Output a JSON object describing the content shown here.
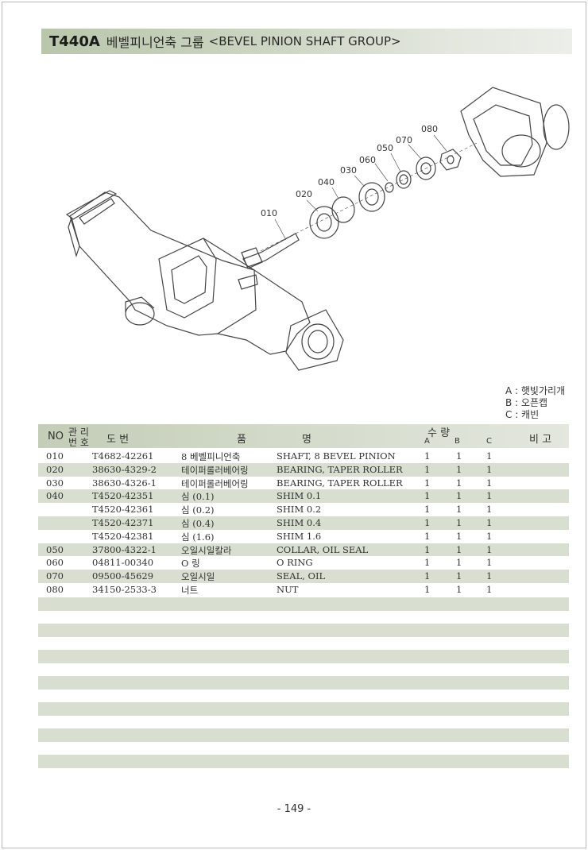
{
  "title": {
    "code": "T440A",
    "korean": "베벨피니언축 그룹",
    "english": "<BEVEL PINION SHAFT GROUP>"
  },
  "diagram": {
    "callouts": [
      "010",
      "020",
      "030",
      "040",
      "050",
      "060",
      "070",
      "080"
    ]
  },
  "legend": [
    "A : 햇빛가리개",
    "B : 오픈캡",
    "C : 캐빈"
  ],
  "table": {
    "headers": {
      "no": "NO",
      "mgmt_top": "관 리",
      "mgmt_bottom": "번 호",
      "drawing": "도    번",
      "product": "품",
      "name": "명",
      "qty": "수    량",
      "a": "A",
      "b": "B",
      "c": "C",
      "remarks": "비 고"
    },
    "rows": [
      {
        "no": "010",
        "part": "T4682-42261",
        "ko": "8 베벨피니언축",
        "en": "SHAFT, 8 BEVEL PINION",
        "a": "1",
        "b": "1",
        "c": "1"
      },
      {
        "no": "020",
        "part": "38630-4329-2",
        "ko": "테이퍼롤러베어링",
        "en": "BEARING, TAPER ROLLER",
        "a": "1",
        "b": "1",
        "c": "1"
      },
      {
        "no": "030",
        "part": "38630-4326-1",
        "ko": "테이퍼롤러베어링",
        "en": "BEARING, TAPER ROLLER",
        "a": "1",
        "b": "1",
        "c": "1"
      },
      {
        "no": "040",
        "part": "T4520-42351",
        "ko": "심 (0.1)",
        "en": "SHIM 0.1",
        "a": "1",
        "b": "1",
        "c": "1"
      },
      {
        "no": "",
        "part": "T4520-42361",
        "ko": "심 (0.2)",
        "en": "SHIM 0.2",
        "a": "1",
        "b": "1",
        "c": "1"
      },
      {
        "no": "",
        "part": "T4520-42371",
        "ko": "심 (0.4)",
        "en": "SHIM 0.4",
        "a": "1",
        "b": "1",
        "c": "1"
      },
      {
        "no": "",
        "part": "T4520-42381",
        "ko": "심 (1.6)",
        "en": "SHIM 1.6",
        "a": "1",
        "b": "1",
        "c": "1"
      },
      {
        "no": "050",
        "part": "37800-4322-1",
        "ko": "오일시일칼라",
        "en": "COLLAR, OIL SEAL",
        "a": "1",
        "b": "1",
        "c": "1"
      },
      {
        "no": "060",
        "part": "04811-00340",
        "ko": "O 링",
        "en": "O RING",
        "a": "1",
        "b": "1",
        "c": "1"
      },
      {
        "no": "070",
        "part": "09500-45629",
        "ko": "오일시일",
        "en": "SEAL, OIL",
        "a": "1",
        "b": "1",
        "c": "1"
      },
      {
        "no": "080",
        "part": "34150-2533-3",
        "ko": "너트",
        "en": "NUT",
        "a": "1",
        "b": "1",
        "c": "1"
      }
    ]
  },
  "page_number": "- 149 -"
}
